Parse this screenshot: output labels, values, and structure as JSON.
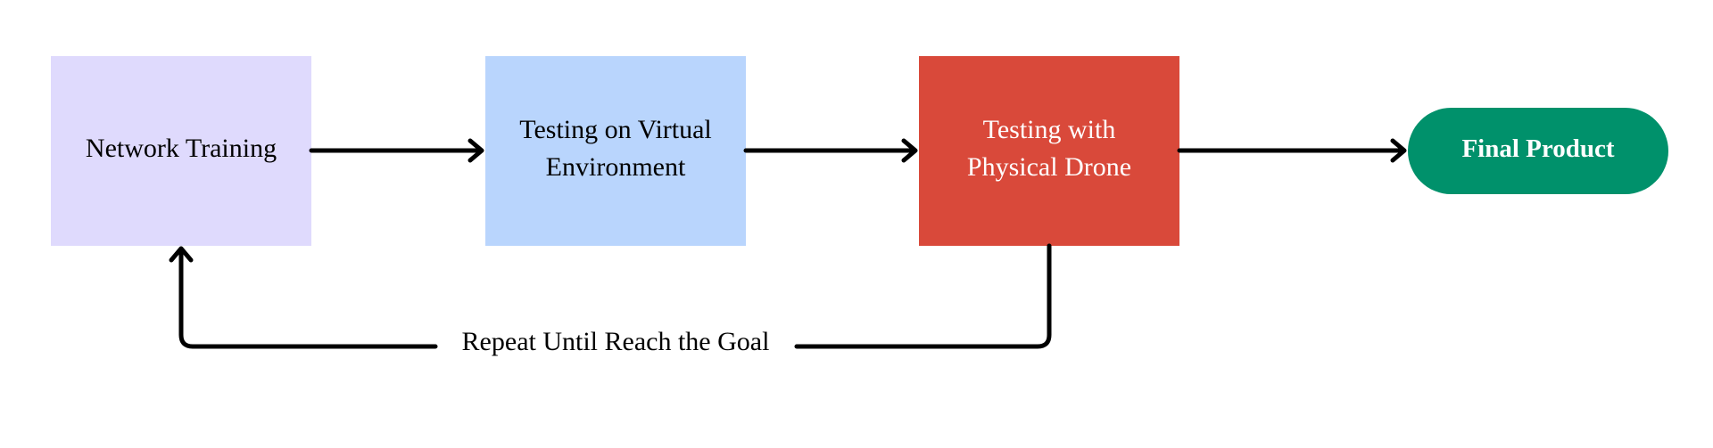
{
  "nodes": {
    "network_training": {
      "label": "Network Training",
      "fill": "#dfdafd",
      "text_color": "#000000"
    },
    "virtual_testing": {
      "line1": "Testing on Virtual",
      "line2": "Environment",
      "fill": "#b9d5fd",
      "text_color": "#000000"
    },
    "physical_testing": {
      "line1": "Testing with",
      "line2": "Physical Drone",
      "fill": "#d9493a",
      "text_color": "#ffffff"
    },
    "final_product": {
      "label": "Final Product",
      "fill": "#00916b",
      "text_color": "#ffffff"
    }
  },
  "loop": {
    "label": "Repeat Until Reach the Goal"
  },
  "colors": {
    "arrow": "#000000",
    "background": "#ffffff"
  }
}
